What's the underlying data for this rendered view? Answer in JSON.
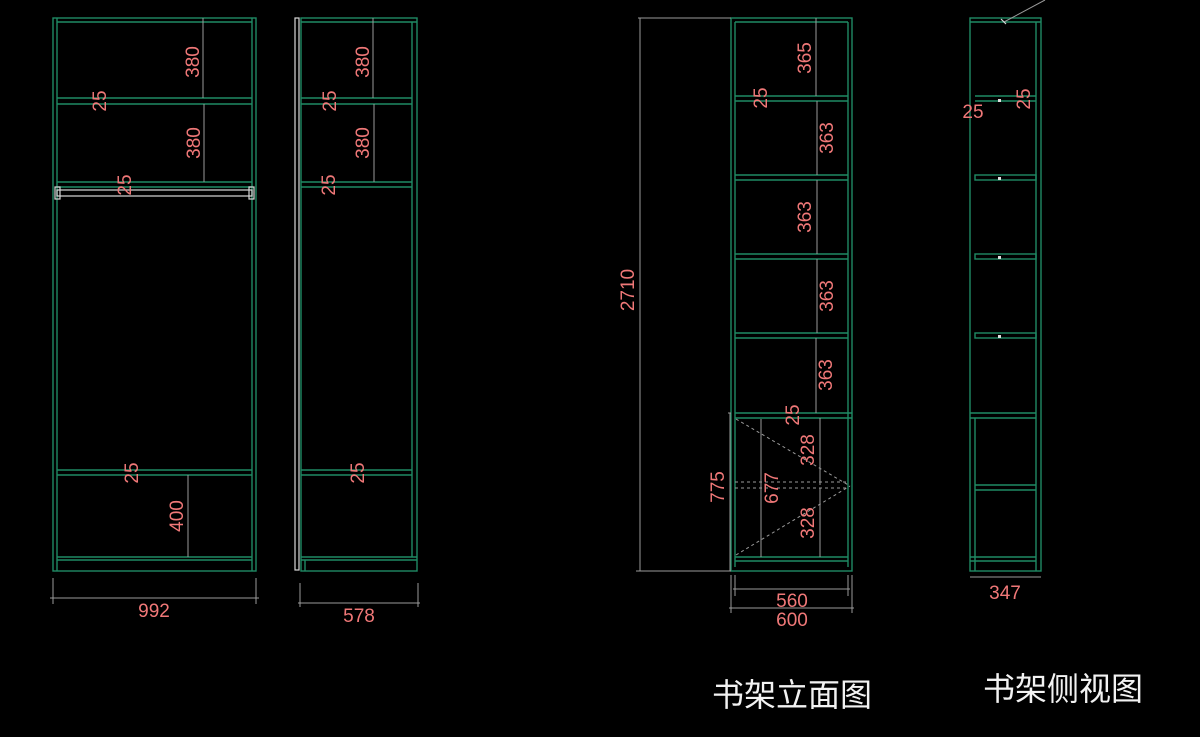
{
  "colors": {
    "background": "#000000",
    "panel_lines": "#1f8a64",
    "dimension_lines": "#9a9a9a",
    "dimension_text": "#f07878",
    "title_text": "#f2f2f2",
    "hanging_rod": "#d8d8d8"
  },
  "wardrobe_front": {
    "dims": {
      "top_space": "380",
      "shelf1_thickness": "25",
      "middle_space": "380",
      "shelf2_thickness": "25",
      "lower_shelf_thickness": "25",
      "bottom_space": "400",
      "width": "992"
    }
  },
  "wardrobe_side": {
    "dims": {
      "top_space": "380",
      "shelf1_thickness": "25",
      "middle_space": "380",
      "shelf2_thickness": "25",
      "lower_shelf_thickness": "25",
      "depth": "578"
    }
  },
  "bookshelf_elevation": {
    "title": "书架立面图",
    "dims": {
      "total_height": "2710",
      "top_space": "365",
      "shelf_thickness_top": "25",
      "space2": "363",
      "space3": "363",
      "space4": "363",
      "space5": "363",
      "shelf_thickness_lower": "25",
      "cabinet_height": "775",
      "door_height": "677",
      "door_upper": "328",
      "door_lower": "328",
      "inner_width": "560",
      "outer_width": "600"
    }
  },
  "bookshelf_side": {
    "title": "书架侧视图",
    "dims": {
      "left_thickness": "25",
      "shelf_thickness": "25",
      "depth": "347"
    }
  }
}
